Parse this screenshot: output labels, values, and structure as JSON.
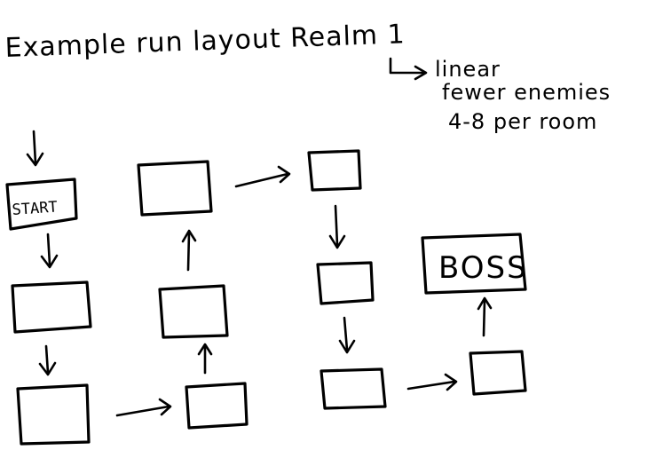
{
  "title": "Example run layout Realm 1",
  "notes": {
    "line1": "linear",
    "line2": "fewer enemies",
    "line3": "4-8 per room"
  },
  "rooms": {
    "start_label": "START",
    "boss_label": "BOSS"
  },
  "colors": {
    "ink": "#000000",
    "paper": "#ffffff"
  }
}
